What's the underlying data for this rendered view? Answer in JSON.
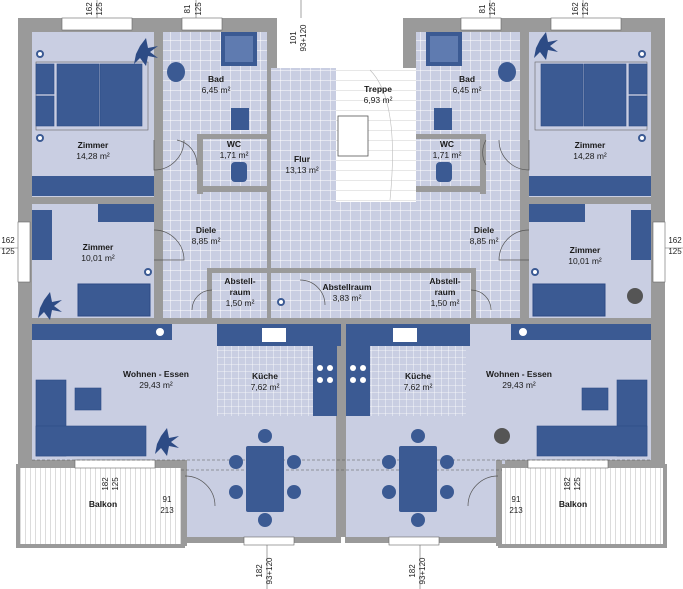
{
  "rooms": {
    "bad_l": {
      "name": "Bad",
      "area": "6,45 m²"
    },
    "bad_r": {
      "name": "Bad",
      "area": "6,45 m²"
    },
    "zimmer1_l": {
      "name": "Zimmer",
      "area": "14,28 m²"
    },
    "zimmer1_r": {
      "name": "Zimmer",
      "area": "14,28 m²"
    },
    "zimmer2_l": {
      "name": "Zimmer",
      "area": "10,01 m²"
    },
    "zimmer2_r": {
      "name": "Zimmer",
      "area": "10,01 m²"
    },
    "wc_l": {
      "name": "WC",
      "area": "1,71 m²"
    },
    "wc_r": {
      "name": "WC",
      "area": "1,71 m²"
    },
    "diele_l": {
      "name": "Diele",
      "area": "8,85 m²"
    },
    "diele_r": {
      "name": "Diele",
      "area": "8,85 m²"
    },
    "abst_l": {
      "name1": "Abstell-",
      "name2": "raum",
      "area": "1,50 m²"
    },
    "abst_r": {
      "name1": "Abstell-",
      "name2": "raum",
      "area": "1,50 m²"
    },
    "flur": {
      "name": "Flur",
      "area": "13,13 m²"
    },
    "treppe": {
      "name": "Treppe",
      "area": "6,93 m²"
    },
    "abstellraum": {
      "name": "Abstellraum",
      "area": "3,83 m²"
    },
    "kueche_l": {
      "name": "Küche",
      "area": "7,62 m²"
    },
    "kueche_r": {
      "name": "Küche",
      "area": "7,62 m²"
    },
    "wohnen_l": {
      "name": "Wohnen - Essen",
      "area": "29,43 m²"
    },
    "wohnen_r": {
      "name": "Wohnen - Essen",
      "area": "29,43 m²"
    },
    "balkon_l": {
      "name": "Balkon"
    },
    "balkon_r": {
      "name": "Balkon"
    }
  },
  "dimensions": {
    "top_left_window": {
      "a": "162",
      "b": "125"
    },
    "top_left_bath": {
      "a": "81",
      "b": "125"
    },
    "top_entrance": {
      "a": "101",
      "b": "93+120"
    },
    "top_right_bath": {
      "a": "81",
      "b": "125"
    },
    "top_right_window": {
      "a": "162",
      "b": "125"
    },
    "side_left": {
      "a": "162",
      "b": "125"
    },
    "side_right": {
      "a": "162",
      "b": "125"
    },
    "balkon_left_win": {
      "a": "182",
      "b": "125"
    },
    "balkon_right_win": {
      "a": "182",
      "b": "125"
    },
    "balkon_left_door": {
      "a": "91",
      "b": "213"
    },
    "balkon_right_door": {
      "a": "91",
      "b": "213"
    },
    "bottom_left": {
      "a": "182",
      "b": "93+120"
    },
    "bottom_right": {
      "a": "182",
      "b": "93+120"
    }
  },
  "icons": [
    "bed-icon",
    "plant-icon",
    "bathtub-icon",
    "toilet-icon",
    "washing-machine-icon",
    "desk-icon",
    "sofa-icon",
    "stove-icon",
    "sink-icon",
    "dining-table-icon",
    "stair-icon"
  ],
  "colors": {
    "floor": "#c9cee2",
    "wall": "#9a9a9a",
    "furniture": "#3b5a93",
    "furniture_dark": "#2d4b85",
    "tile_line": "#ffffff",
    "balcony": "#ffffff"
  }
}
